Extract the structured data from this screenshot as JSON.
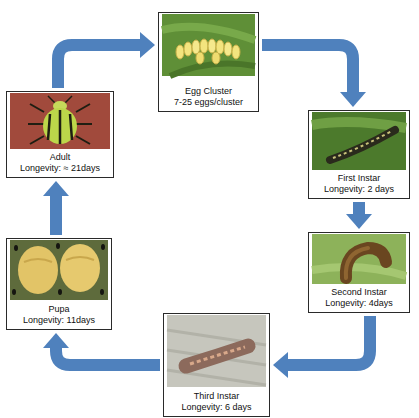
{
  "diagram": {
    "nodes": [
      {
        "text": [
          "Egg Cluster",
          "7-25 eggs/cluster"
        ]
      },
      {
        "text": [
          "First Instar",
          "Longevity: 2 days"
        ]
      },
      {
        "text": [
          "Second Instar",
          "Longevity: 4days"
        ]
      },
      {
        "text": [
          "Third Instar",
          "Longevity: 6 days"
        ]
      },
      {
        "text": [
          "Pupa",
          "Longevity: 11days"
        ]
      },
      {
        "text": [
          "Adult",
          "Longevity: ≈ 21days"
        ]
      }
    ],
    "edges": [
      {
        "from": 0,
        "to": 1,
        "arrow": "to"
      },
      {
        "from": 1,
        "to": 2,
        "arrow": "to"
      },
      {
        "from": 2,
        "to": 3,
        "arrow": "to"
      },
      {
        "from": 3,
        "to": 4,
        "arrow": "to"
      },
      {
        "from": 4,
        "to": 5,
        "arrow": "to"
      },
      {
        "from": 5,
        "to": 0,
        "arrow": "to"
      }
    ]
  }
}
